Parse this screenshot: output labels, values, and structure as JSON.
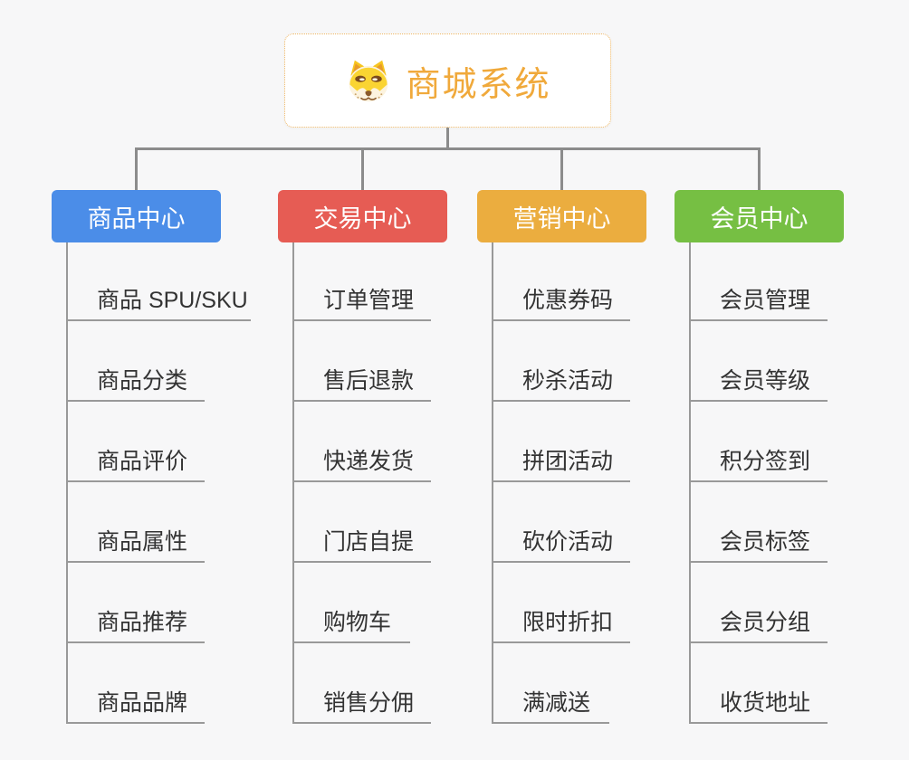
{
  "root": {
    "title": "商城系统",
    "icon": "dog-face-icon"
  },
  "colors": {
    "root_text": "#f0a93b",
    "root_border": "#efb765",
    "connector": "#8c8c8c",
    "leaf_line": "#999999",
    "leaf_text": "#333333",
    "background": "#f7f7f8"
  },
  "branches": [
    {
      "label": "商品中心",
      "color": "#4b8de8",
      "children": [
        "商品 SPU/SKU",
        "商品分类",
        "商品评价",
        "商品属性",
        "商品推荐",
        "商品品牌"
      ]
    },
    {
      "label": "交易中心",
      "color": "#e65c54",
      "children": [
        "订单管理",
        "售后退款",
        "快递发货",
        "门店自提",
        "购物车",
        "销售分佣"
      ]
    },
    {
      "label": "营销中心",
      "color": "#ebad3f",
      "children": [
        "优惠券码",
        "秒杀活动",
        "拼团活动",
        "砍价活动",
        "限时折扣",
        "满减送"
      ]
    },
    {
      "label": "会员中心",
      "color": "#76bf43",
      "children": [
        "会员管理",
        "会员等级",
        "积分签到",
        "会员标签",
        "会员分组",
        "收货地址"
      ]
    }
  ]
}
